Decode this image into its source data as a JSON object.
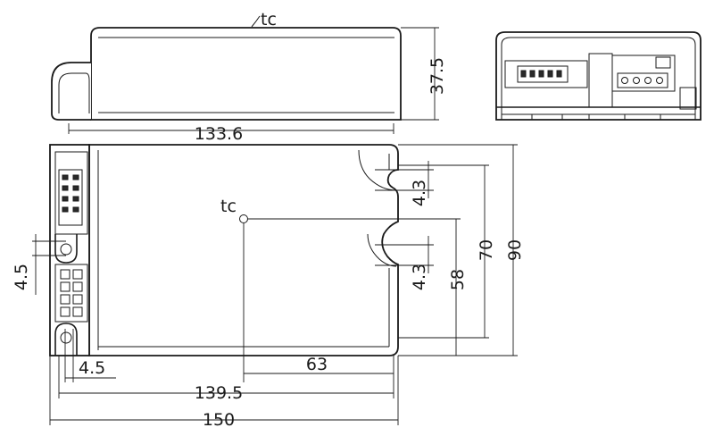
{
  "labels": {
    "tc_top": "tc",
    "tc_main": "tc",
    "dim_height": "37.5",
    "dim_top_length": "133.6",
    "dim_hole_upper": "4.3",
    "dim_hole_lower": "4.3",
    "dim_70": "70",
    "dim_90": "90",
    "dim_58": "58",
    "dim_left_hole": "4.5",
    "dim_bottom_hole": "4.5",
    "dim_63": "63",
    "dim_139_5": "139.5",
    "dim_150": "150"
  }
}
